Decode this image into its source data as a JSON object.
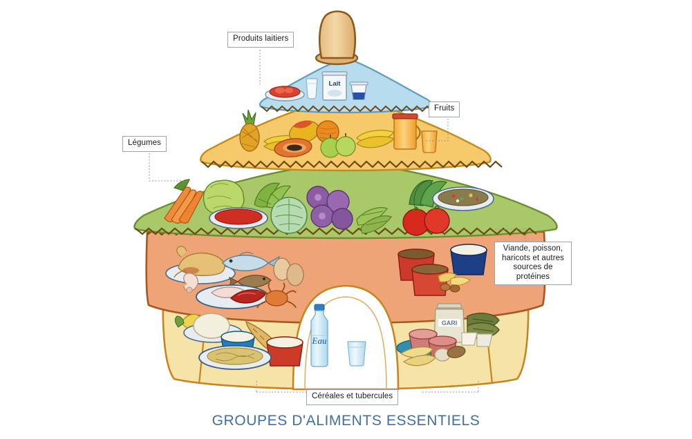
{
  "page": {
    "title": "GROUPES D'ALIMENTS ESSENTIELS",
    "title_color": "#3f6fa4",
    "background": "#ffffff",
    "language": "fr",
    "illustration": "food-pyramid-as-thatched-hut"
  },
  "callouts": [
    {
      "id": "dairy",
      "label": "Produits laitiers",
      "tier": "top"
    },
    {
      "id": "fruits",
      "label": "Fruits",
      "tier": "second"
    },
    {
      "id": "veg",
      "label": "Légumes",
      "tier": "third"
    },
    {
      "id": "protein",
      "label": "Viande, poisson,\nharicots et autres\nsources de protéines",
      "tier": "fourth"
    },
    {
      "id": "cereal",
      "label": "Céréales et tubercules",
      "tier": "base"
    }
  ],
  "tiers": [
    {
      "name": "Produits laitiers",
      "color": "#b6dcee",
      "order": 1,
      "foods": [
        "tomatoes-on-plate",
        "glass-of-milk",
        "milk-can",
        "yogurt-cup"
      ],
      "package_label": "Lait"
    },
    {
      "name": "Fruits",
      "color": "#f6c96a",
      "order": 2,
      "foods": [
        "pineapple",
        "bananas",
        "mango",
        "papaya",
        "orange",
        "green-apples",
        "banana-bunch",
        "juice-pitcher",
        "juice-glass"
      ]
    },
    {
      "name": "Légumes",
      "color": "#a8c86a",
      "order": 3,
      "foods": [
        "carrots",
        "lettuce",
        "tomato-sauce-bowl",
        "leafy-greens",
        "cabbage",
        "eggplants",
        "okra",
        "herbs",
        "tomatoes",
        "mixed-salad-plate"
      ]
    },
    {
      "name": "Viande, poisson, haricots et autres sources de protéines",
      "color": "#efa477",
      "order": 4,
      "foods": [
        "roast-chicken",
        "fish",
        "smoked-fish",
        "eggs",
        "shrimp",
        "raw-meat-plate",
        "crab",
        "bean-pots",
        "milk-bowl",
        "peanuts-snack"
      ]
    },
    {
      "name": "Céréales et tubercules",
      "color": "#f5e3a8",
      "order": 5,
      "foods": [
        "corn",
        "fufu",
        "rice-bowl",
        "baguette",
        "porridge-pot",
        "pasta-plate",
        "gari-bag",
        "wrapped-leaf-food",
        "yam",
        "cassava",
        "plantain",
        "cocoyam"
      ],
      "package_label": "GARI"
    }
  ],
  "doorway": {
    "name": "water-doorway",
    "items": [
      "water-bottle",
      "water-glass"
    ],
    "bottle_label": "Eau"
  },
  "finial": {
    "name": "roof-finial",
    "color": "#e8c48f"
  },
  "colors": {
    "outline": "#7b4a16",
    "title": "#3f6fa4",
    "callout_border": "#9aa4ad",
    "leader_line": "#8d979f"
  }
}
